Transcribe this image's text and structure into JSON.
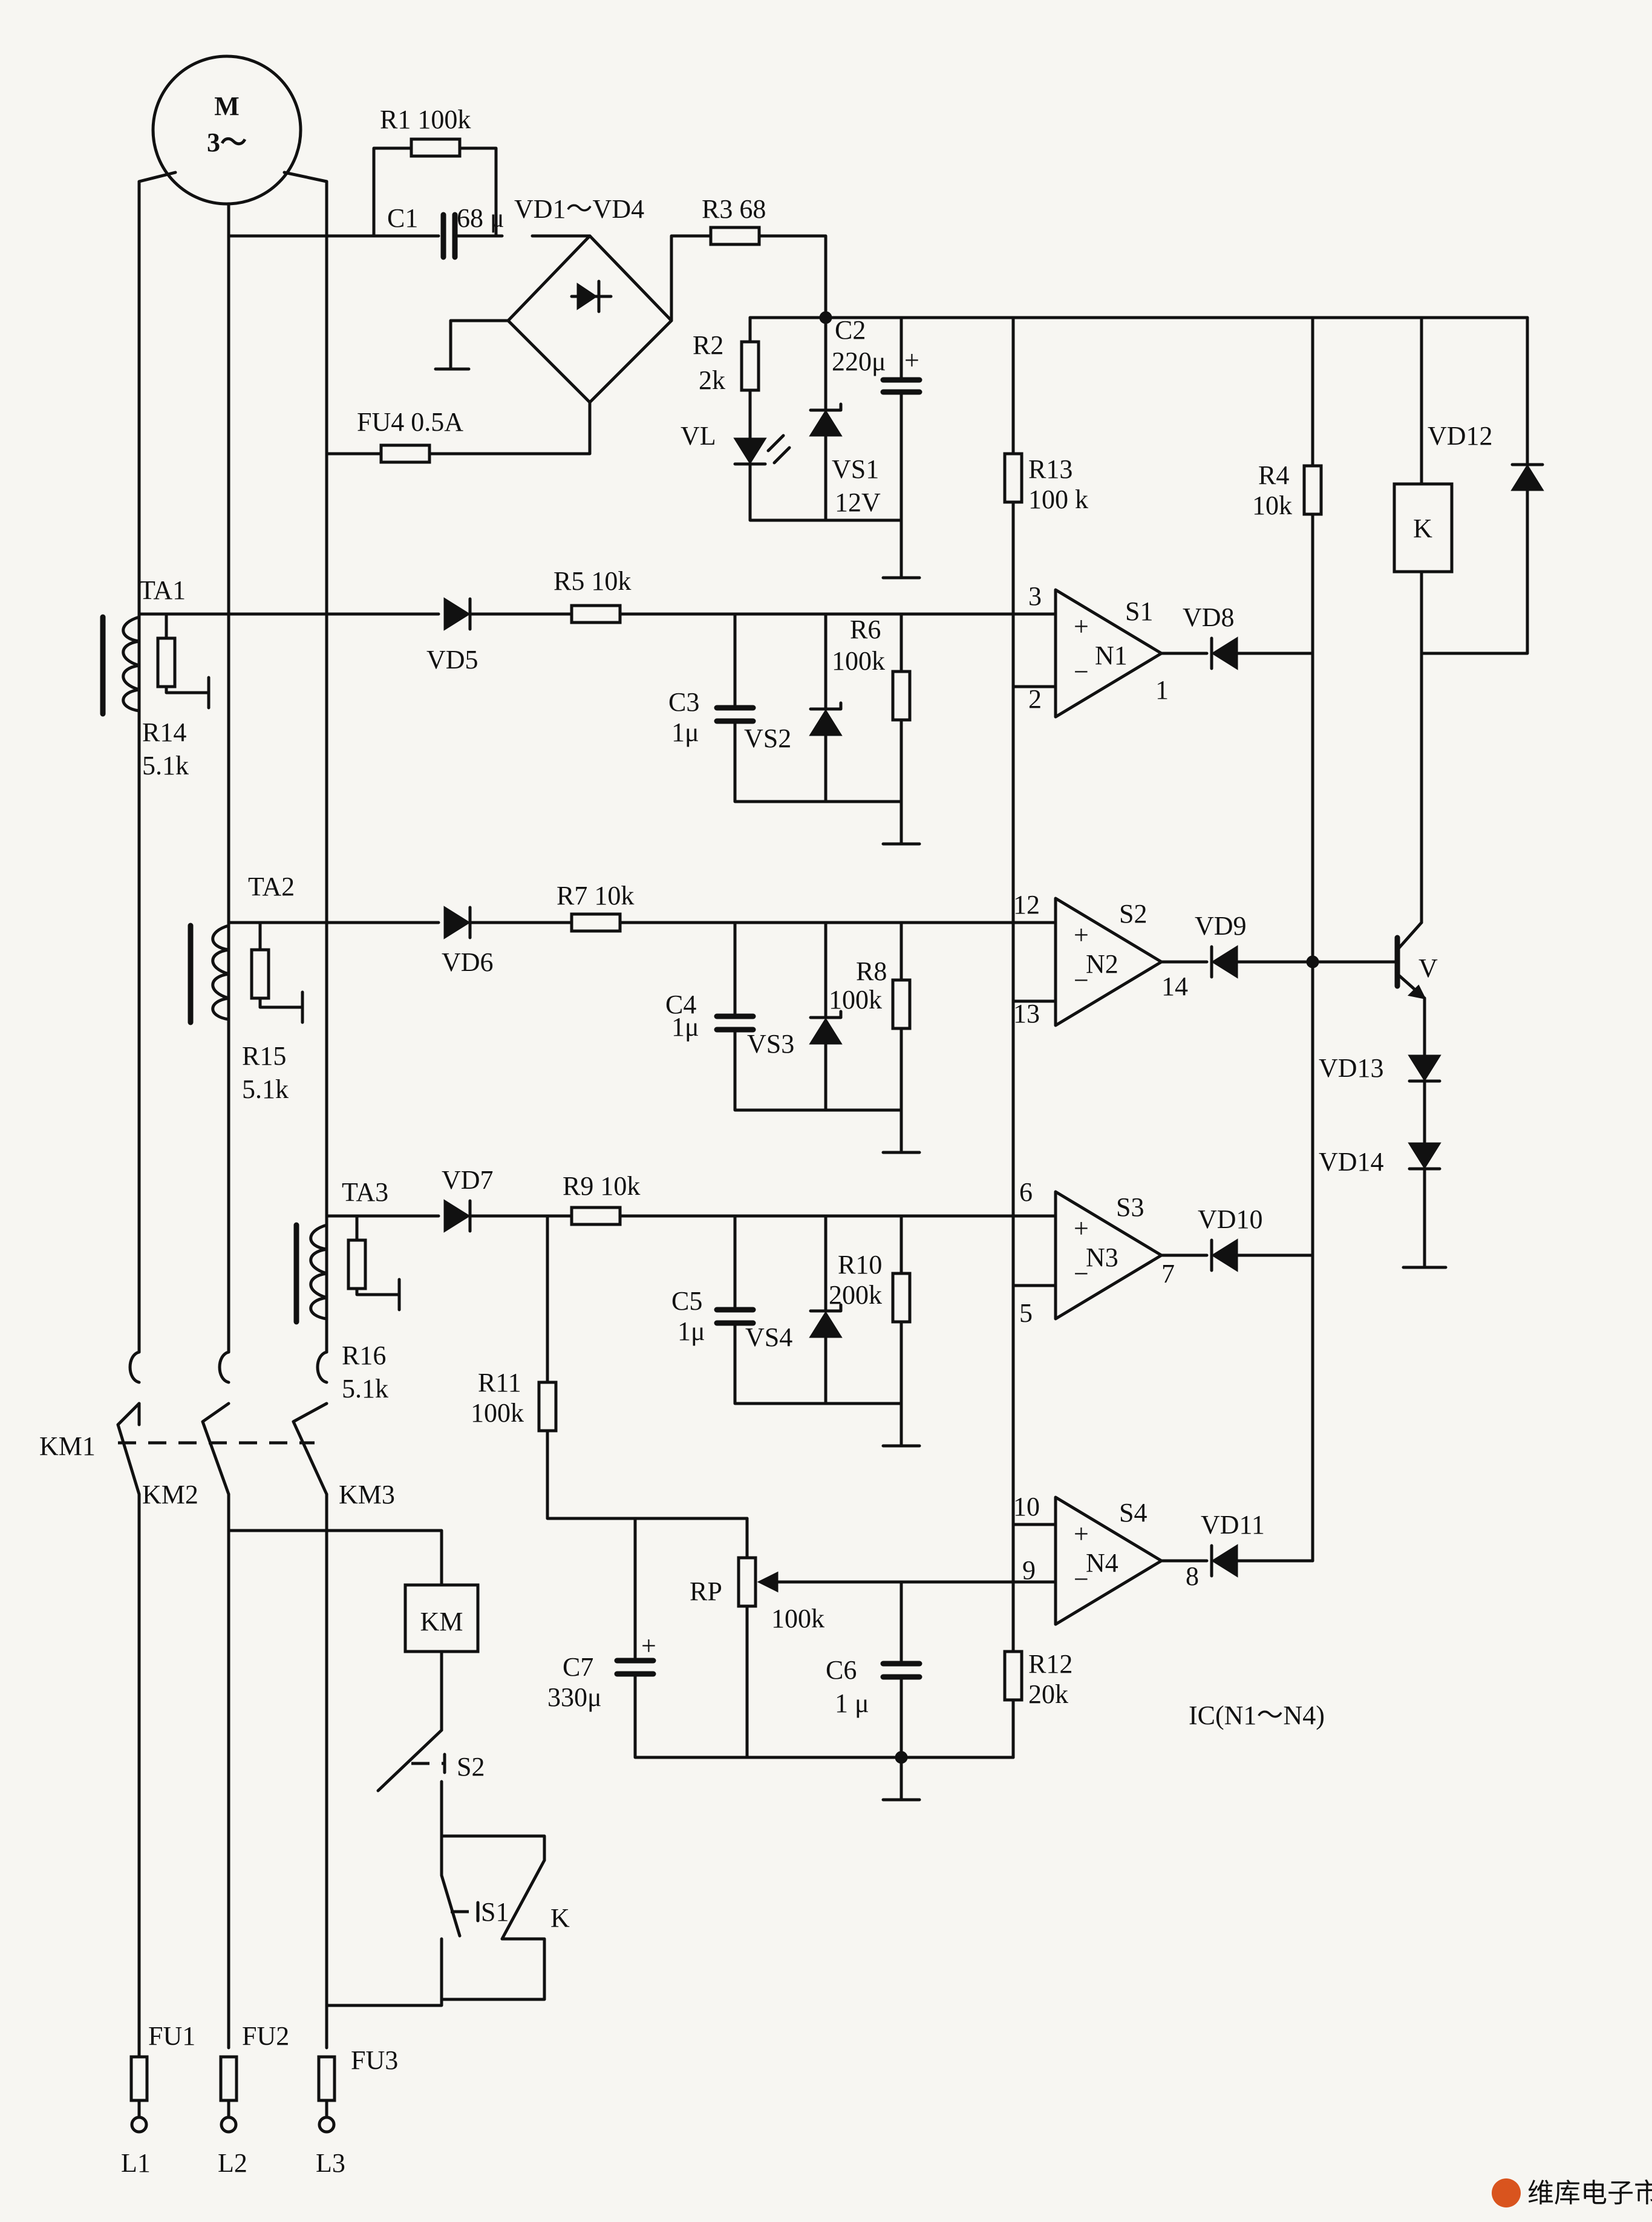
{
  "motor": {
    "name": "M",
    "phase": "3～"
  },
  "resistors": [
    {
      "id": "r1",
      "ref": "R1 100k"
    },
    {
      "id": "r2",
      "ref": "R2",
      "value": "2k"
    },
    {
      "id": "r3",
      "ref": "R3 68"
    },
    {
      "id": "r4",
      "ref": "R4",
      "value": "10k"
    },
    {
      "id": "r5",
      "ref": "R5 10k"
    },
    {
      "id": "r6",
      "ref": "R6",
      "value": "100k"
    },
    {
      "id": "r7",
      "ref": "R7 10k"
    },
    {
      "id": "r8",
      "ref": "R8",
      "value": "100k"
    },
    {
      "id": "r9",
      "ref": "R9 10k"
    },
    {
      "id": "r10",
      "ref": "R10",
      "value": "200k"
    },
    {
      "id": "r11",
      "ref": "R11",
      "value": "100k"
    },
    {
      "id": "r12",
      "ref": "R12",
      "value": "20k"
    },
    {
      "id": "r13",
      "ref": "R13",
      "value": "100 k"
    },
    {
      "id": "r14",
      "ref": "R14",
      "value": "5.1k"
    },
    {
      "id": "r15",
      "ref": "R15",
      "value": "5.1k"
    },
    {
      "id": "r16",
      "ref": "R16",
      "value": "5.1k"
    }
  ],
  "capacitors": [
    {
      "id": "c1",
      "ref": "C1",
      "value": "68 μ"
    },
    {
      "id": "c2",
      "ref": "C2",
      "value": "220μ"
    },
    {
      "id": "c3",
      "ref": "C3",
      "value": "1μ"
    },
    {
      "id": "c4",
      "ref": "C4",
      "value": "1μ"
    },
    {
      "id": "c5",
      "ref": "C5",
      "value": "1μ"
    },
    {
      "id": "c6",
      "ref": "C6",
      "value": "1 μ"
    },
    {
      "id": "c7",
      "ref": "C7",
      "value": "330μ"
    }
  ],
  "diodes": {
    "bridge": "VD1～VD4",
    "vd5": "VD5",
    "vd6": "VD6",
    "vd7": "VD7",
    "vd8": "VD8",
    "vd9": "VD9",
    "vd10": "VD10",
    "vd11": "VD11",
    "vd12": "VD12",
    "vd13": "VD13",
    "vd14": "VD14",
    "vl": "VL"
  },
  "zeners": {
    "vs1": "VS1",
    "vs1_value": "12V",
    "vs2": "VS2",
    "vs3": "VS3",
    "vs4": "VS4"
  },
  "transformers": {
    "ta1": "TA1",
    "ta2": "TA2",
    "ta3": "TA3"
  },
  "fuses": {
    "fu1": "FU1",
    "fu2": "FU2",
    "fu3": "FU3",
    "fu4": "FU4 0.5A"
  },
  "lines": {
    "l1": "L1",
    "l2": "L2",
    "l3": "L3"
  },
  "contactors": {
    "km1": "KM1",
    "km2": "KM2",
    "km3": "KM3",
    "km_coil": "KM"
  },
  "switches": {
    "s1": "S1",
    "s2": "S2",
    "k_contact": "K"
  },
  "relay": {
    "coil": "K"
  },
  "transistor": "V",
  "potentiometer": {
    "ref": "RP",
    "value": "100k"
  },
  "comparators": [
    {
      "id": "s1",
      "switch": "S1",
      "name": "N1",
      "plus": "3",
      "minus": "2",
      "out": "1"
    },
    {
      "id": "s2",
      "switch": "S2",
      "name": "N2",
      "plus": "12",
      "minus": "13",
      "out": "14"
    },
    {
      "id": "s3",
      "switch": "S3",
      "name": "N3",
      "plus": "6",
      "minus": "5",
      "out": "7"
    },
    {
      "id": "s4",
      "switch": "S4",
      "name": "N4",
      "plus": "10",
      "minus": "9",
      "out": "8"
    }
  ],
  "ic_label": "IC(N1～N4)",
  "watermark": {
    "brand": "维库电子市场网"
  }
}
